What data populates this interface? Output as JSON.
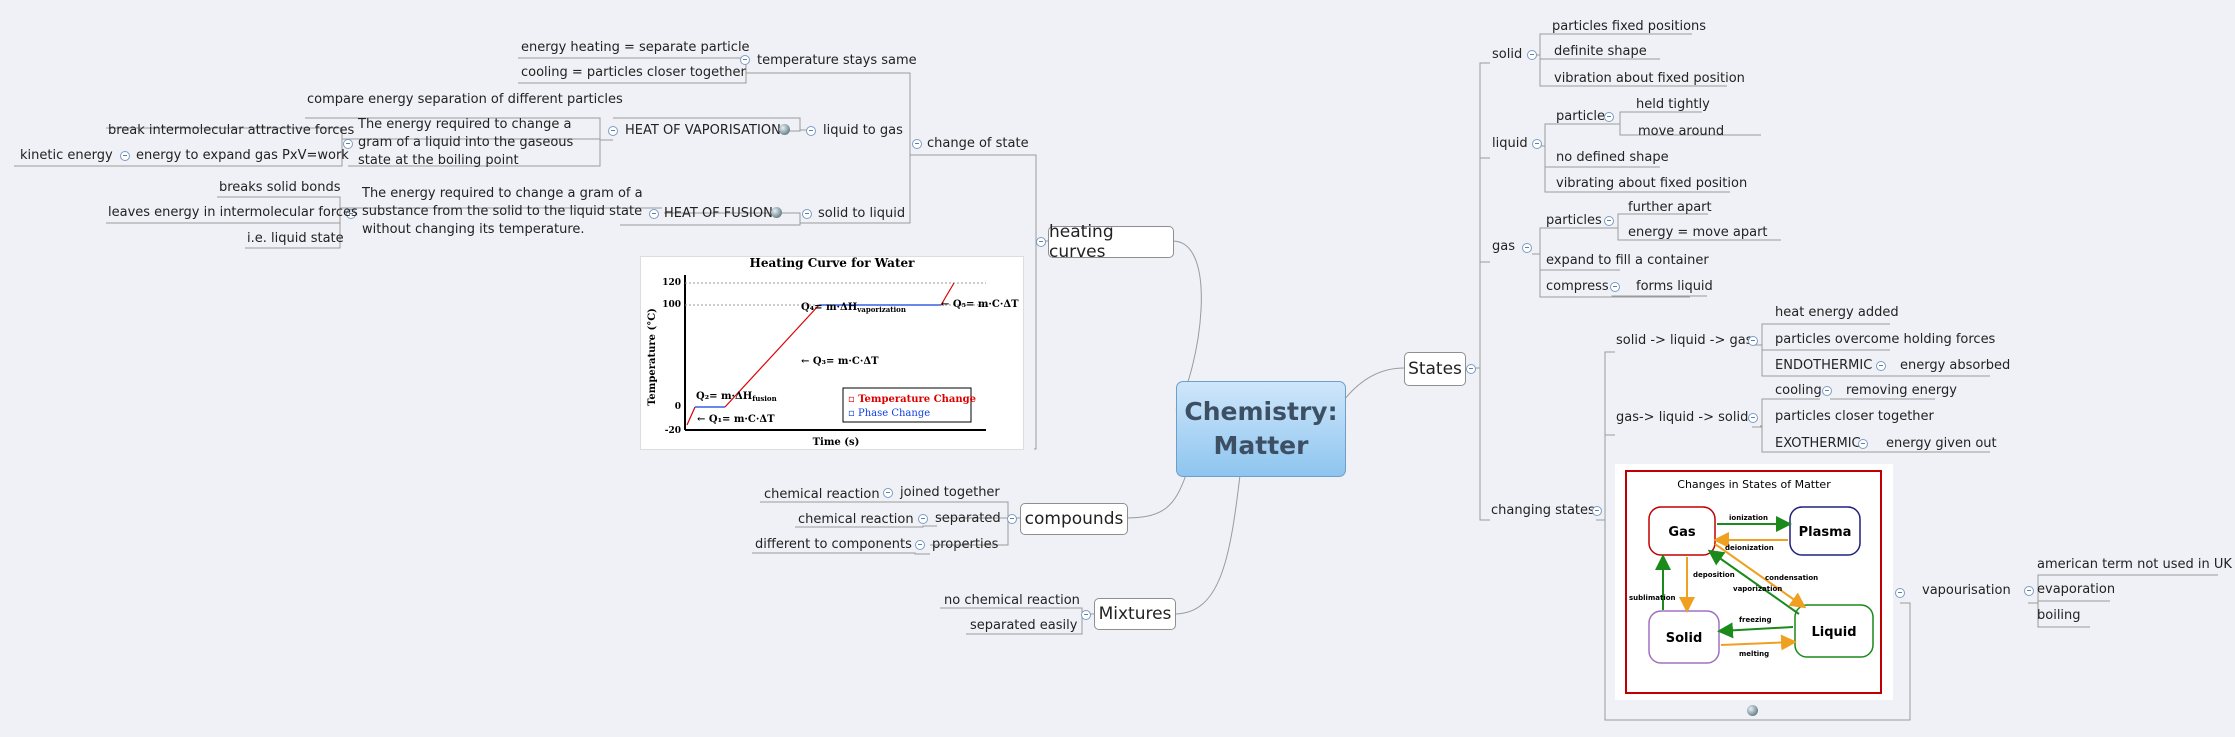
{
  "central": {
    "line1": "Chemistry:",
    "line2": "Matter"
  },
  "heating": {
    "label": "heating curves",
    "change_of_state": "change of state",
    "temp_same": "temperature stays same",
    "energy_heating": "energy heating = separate particle",
    "cooling_closer": "cooling = particles closer together",
    "liquid_to_gas": "liquid to gas",
    "heat_vap": "HEAT OF VAPORISATION",
    "compare_energy": "compare energy separation of different particles",
    "vap_def": "The energy required to change a gram of a liquid into the gaseous state at the boiling point",
    "break_forces": "break intermolecular attractive forces",
    "energy_expand": "energy to expand gas PxV=work",
    "kinetic": "kinetic energy",
    "solid_to_liquid": "solid to liquid",
    "heat_fusion": "HEAT OF FUSION",
    "fus_def": "The energy required to change a gram of a substance from the solid to the liquid state without changing its temperature.",
    "breaks_bonds": "breaks solid bonds",
    "leaves_energy": "leaves energy in intermolecular forces",
    "liquid_state": "i.e. liquid state"
  },
  "curve": {
    "title": "Heating Curve for Water",
    "ylabel": "Temperature (°C)",
    "xlabel": "Time (s)",
    "ticks": [
      "120",
      "100",
      "0",
      "-20"
    ],
    "q1": "Q₁= m·C·ΔT",
    "q2": "Q₂= m·ΔH",
    "q2sub": "fusion",
    "q3": "Q₃= m·C·ΔT",
    "q4": "Q₄= m·ΔH",
    "q4sub": "vaporization",
    "q5": "Q₅= m·C·ΔT",
    "legend_temp": "Temperature Change",
    "legend_phase": "Phase Change",
    "colors": {
      "temp": "#dd0000",
      "phase": "#1040e0"
    }
  },
  "compounds": {
    "label": "compounds",
    "joined": "joined together",
    "chem_reaction_1": "chemical reaction",
    "separated": "separated",
    "chem_reaction_2": "chemical reaction",
    "properties": "properties",
    "different": "different to components"
  },
  "mixtures": {
    "label": "Mixtures",
    "no_reaction": "no chemical reaction",
    "separated_easily": "separated easily"
  },
  "states": {
    "label": "States",
    "solid": "solid",
    "solid_items": [
      "particles fixed positions",
      "definite shape",
      "vibration about fixed position"
    ],
    "liquid": "liquid",
    "particles": "particles",
    "held_tightly": "held tightly",
    "move_around": "move around",
    "no_shape": "no defined shape",
    "vibrating": "vibrating about fixed position",
    "gas": "gas",
    "gas_particles": "particles",
    "further_apart": "further apart",
    "energy_move": "energy = move apart",
    "expand": "expand to fill a container",
    "compress": "compress",
    "forms_liquid": "forms liquid"
  },
  "changing": {
    "label": "changing states",
    "slg": "solid -> liquid -> gas",
    "heat_added": "heat energy added",
    "overcome": "particles overcome holding forces",
    "endo": "ENDOTHERMIC",
    "absorbed": "energy absorbed",
    "gls": "gas-> liquid -> solid",
    "cooling": "cooling",
    "removing": "removing energy",
    "closer": "particles closer together",
    "exo": "EXOTHERMIC",
    "given_out": "energy given out",
    "vapourisation": "vapourisation",
    "american": "american term not used in UK",
    "evaporation": "evaporation",
    "boiling": "boiling"
  },
  "phase_diagram": {
    "title": "Changes in States of Matter",
    "gas": "Gas",
    "plasma": "Plasma",
    "solid": "Solid",
    "liquid": "Liquid",
    "ionization": "ionization",
    "deionization": "deionization",
    "deposition": "deposition",
    "condensation": "condensation",
    "vaporization": "vaporization",
    "sublimation": "sublimation",
    "freezing": "freezing",
    "melting": "melting",
    "colors": {
      "frame": "#c00000",
      "arrow_green": "#1a8a1a",
      "arrow_orange": "#f0a020"
    }
  }
}
